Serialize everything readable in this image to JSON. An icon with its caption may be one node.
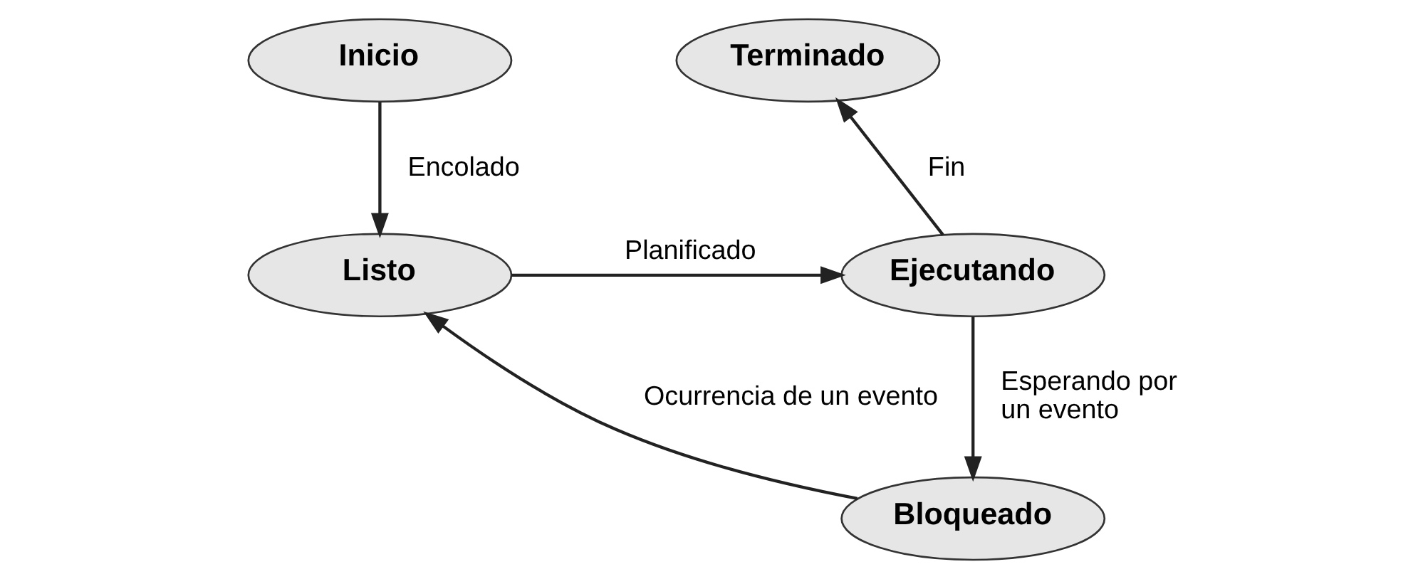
{
  "diagram": {
    "nodes": [
      {
        "text": [
          "Inicio"
        ]
      },
      {
        "text": [
          "Terminado"
        ]
      },
      {
        "text": [
          "Listo"
        ]
      },
      {
        "text": [
          "Ejecutando"
        ]
      },
      {
        "text": [
          "Bloqueado"
        ]
      }
    ],
    "edges": [
      {
        "from": 0,
        "to": 2,
        "arrow": "to",
        "label": "Encolado"
      },
      {
        "from": 2,
        "to": 3,
        "arrow": "to",
        "label": "Planificado"
      },
      {
        "from": 3,
        "to": 1,
        "arrow": "to",
        "label": "Fin"
      },
      {
        "from": 3,
        "to": 4,
        "arrow": "to",
        "label": "Esperando por un evento"
      },
      {
        "from": 4,
        "to": 2,
        "arrow": "to",
        "label": "Ocurrencia de un evento"
      }
    ]
  }
}
